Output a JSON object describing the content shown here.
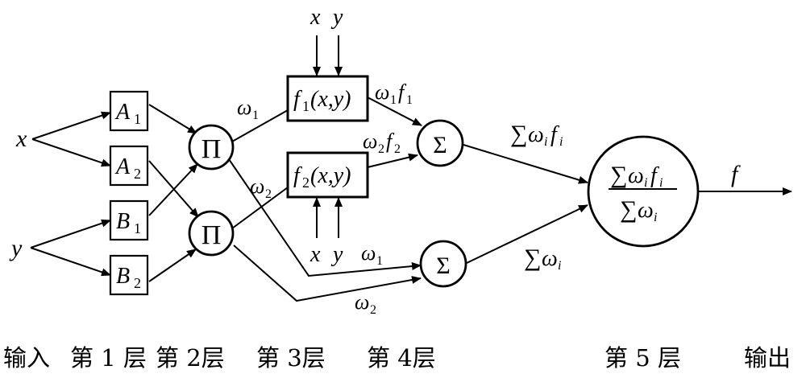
{
  "inputs": {
    "x": "x",
    "y": "y"
  },
  "layer1": {
    "nodes": [
      {
        "base": "A",
        "sub": "1"
      },
      {
        "base": "A",
        "sub": "2"
      },
      {
        "base": "B",
        "sub": "1"
      },
      {
        "base": "B",
        "sub": "2"
      }
    ]
  },
  "layer2": {
    "symbol": "Π",
    "w1": "ω",
    "w1_sub": "1",
    "w2": "ω",
    "w2_sub": "2"
  },
  "layer3": {
    "f1": {
      "f": "f",
      "sub": "1",
      "args": "(x,y)"
    },
    "f2": {
      "f": "f",
      "sub": "2",
      "args": "(x,y)"
    },
    "top_inputs": {
      "x": "x",
      "y": "y"
    },
    "bottom_inputs": {
      "x": "x",
      "y": "y"
    },
    "out1": {
      "w": "ω",
      "wsub": "1",
      "f": "f",
      "fsub": "1"
    },
    "out2": {
      "w": "ω",
      "wsub": "2",
      "f": "f",
      "fsub": "2"
    },
    "bypass1": {
      "w": "ω",
      "sub": "1"
    },
    "bypass2": {
      "w": "ω",
      "sub": "2"
    }
  },
  "layer4": {
    "symbol": "Σ",
    "top_out": {
      "sum": "∑",
      "w": "ω",
      "wsub": "i",
      "f": "f",
      "fsub": "i"
    },
    "bottom_out": {
      "sum": "∑",
      "w": "ω",
      "wsub": "i"
    }
  },
  "layer5": {
    "num": {
      "sum": "∑",
      "w": "ω",
      "wsub": "i",
      "f": "f",
      "fsub": "i"
    },
    "den": {
      "sum": "∑",
      "w": "ω",
      "wsub": "i"
    }
  },
  "output": {
    "label": "f"
  },
  "layer_labels": {
    "input": "输入",
    "l1": "第 1 层",
    "l2": "第 2层",
    "l3": "第 3层",
    "l4": "第 4层",
    "l5": "第 5 层",
    "output": "输出"
  }
}
